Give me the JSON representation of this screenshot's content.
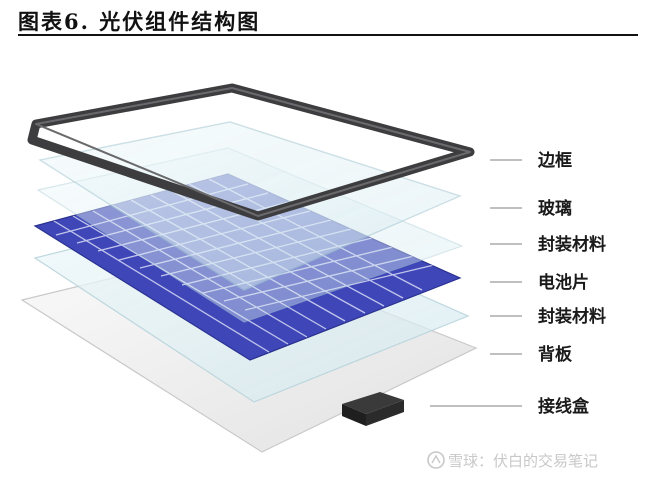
{
  "figure": {
    "title": "图表6.  光伏组件结构图"
  },
  "layers": [
    {
      "id": "frame",
      "label": "边框"
    },
    {
      "id": "glass",
      "label": "玻璃"
    },
    {
      "id": "encapsulant-top",
      "label": "封装材料"
    },
    {
      "id": "solar-cells",
      "label": "电池片"
    },
    {
      "id": "encapsulant-bottom",
      "label": "封装材料"
    },
    {
      "id": "backsheet",
      "label": "背板"
    },
    {
      "id": "junction-box",
      "label": "接线盒"
    }
  ],
  "watermark": {
    "icon": "snowball-icon",
    "text": "雪球：伏白的交易笔记"
  },
  "colors": {
    "frame": "#3d3d3f",
    "glass_fill": "#dff0f4",
    "glass_edge": "#b8d4dc",
    "cell": "#3f47b8",
    "cell_dark": "#2a3190",
    "backsheet": "#f2f2f2",
    "junction_box": "#2b2b2b",
    "connector_line": "#9a9a9a",
    "watermark": "#c8c8c8"
  }
}
